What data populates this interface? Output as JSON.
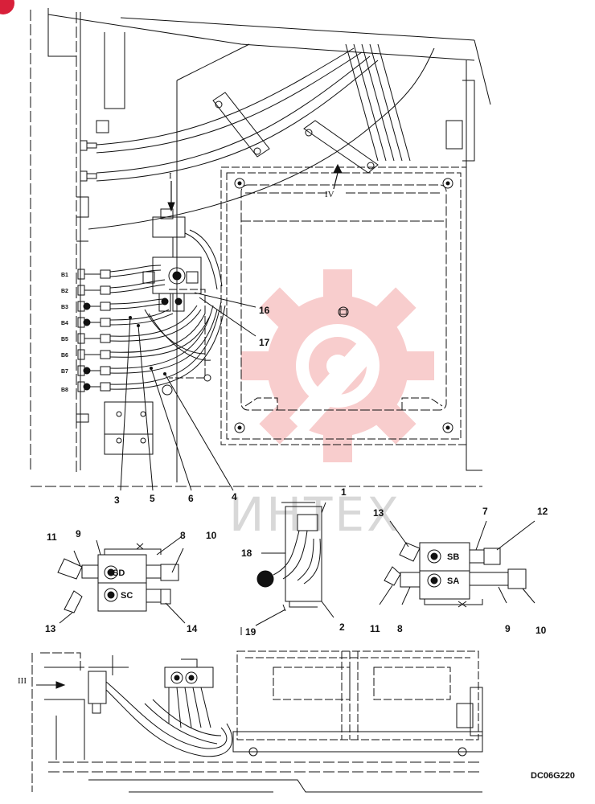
{
  "drawing_code": "DC06G220",
  "watermark_text": "ИНТЕХ",
  "watermark_color": "#f4a6a6",
  "accent_color": "#d8203a",
  "view_markers": {
    "view_1": "I",
    "view_3": "III",
    "view_4": "IV"
  },
  "port_labels_left": [
    "B1",
    "B2",
    "B3",
    "B4",
    "B5",
    "B6",
    "B7",
    "B8"
  ],
  "valve_ports": {
    "sd": "SD",
    "sc": "SC",
    "sb": "SB",
    "sa": "SA"
  },
  "callouts": {
    "c1": "1",
    "c2": "2",
    "c3": "3",
    "c4": "4",
    "c5": "5",
    "c6": "6",
    "c7": "7",
    "c8": "8",
    "c9": "9",
    "c10": "10",
    "c11": "11",
    "c12": "12",
    "c13": "13",
    "c14": "14",
    "c16": "16",
    "c17": "17",
    "c18": "18",
    "c19": "19"
  },
  "icons": {
    "badge": "red-circle-badge",
    "watermark": "gear-wrench-logo"
  }
}
